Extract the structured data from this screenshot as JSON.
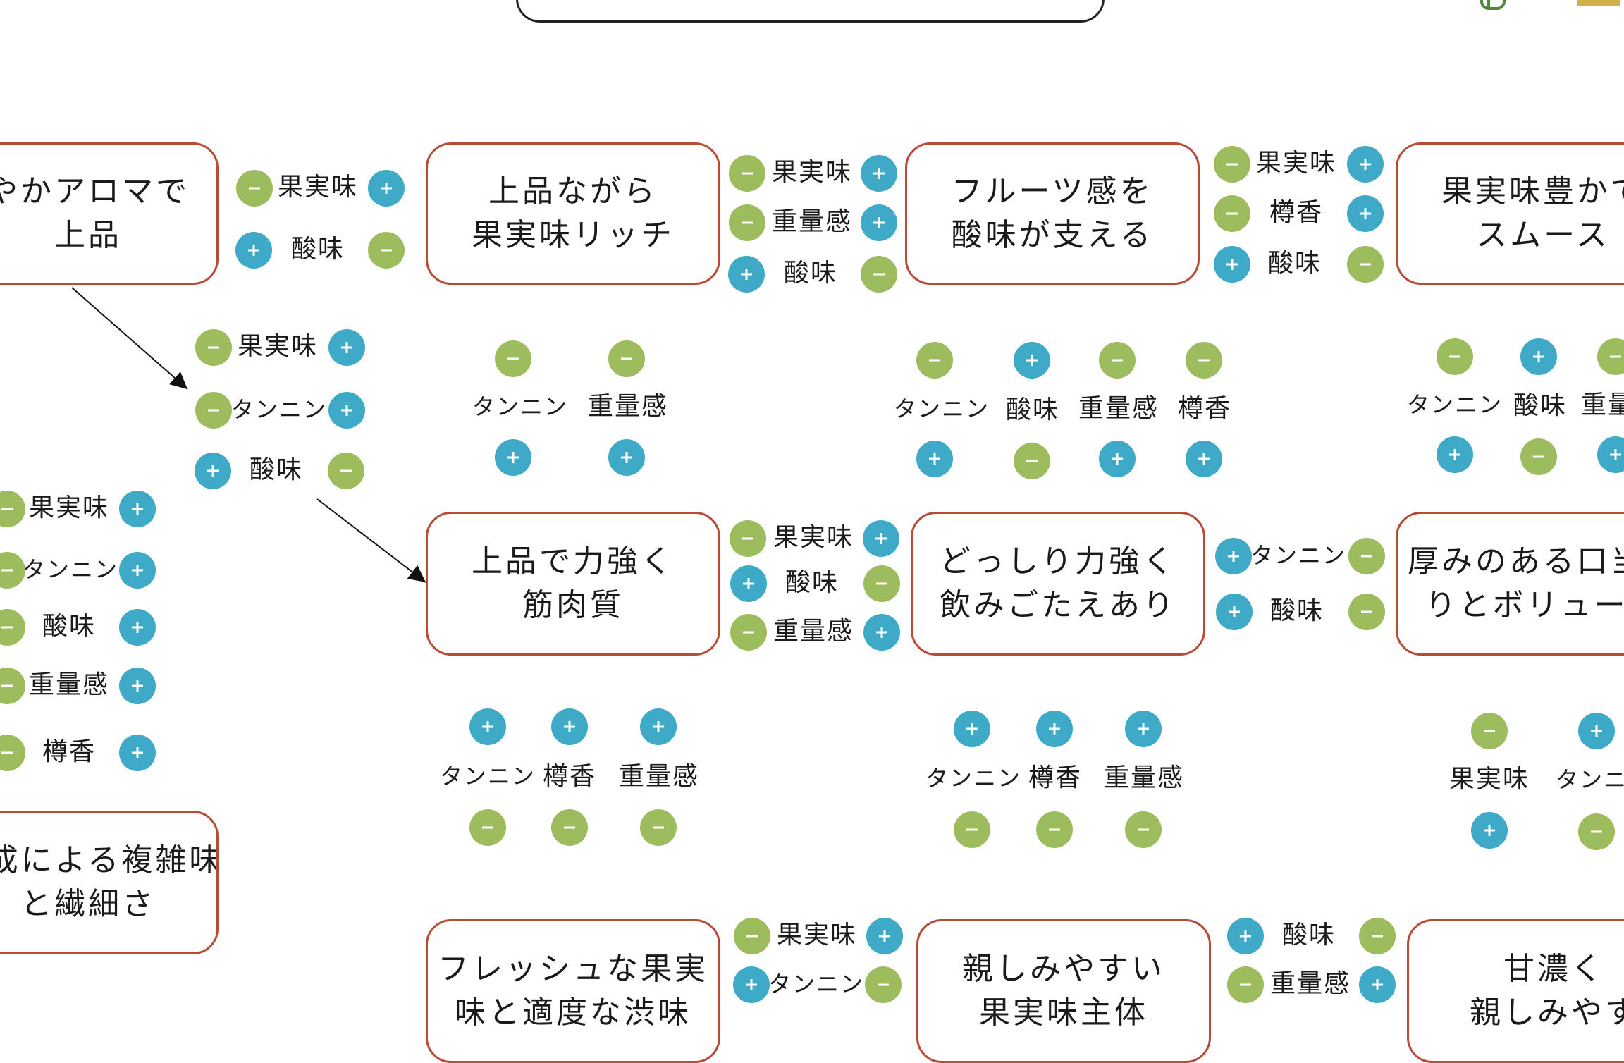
{
  "colors": {
    "plus": "#3fa9c8",
    "minus": "#9cbc5e",
    "node_border": "#b84a38"
  },
  "icons": {
    "plus": "plus-circle-icon",
    "minus": "minus-circle-icon"
  },
  "nodes": [
    {
      "id": "n-aroma",
      "line1": "やかアロマで",
      "line2": "上品"
    },
    {
      "id": "n-elegant-rich",
      "line1": "上品ながら",
      "line2": "果実味リッチ"
    },
    {
      "id": "n-fruit-acid",
      "line1": "フルーツ感を",
      "line2": "酸味が支える"
    },
    {
      "id": "n-smooth",
      "line1": "果実味豊かで",
      "line2": "スムース"
    },
    {
      "id": "n-strong-muscular",
      "line1": "上品で力強く",
      "line2": "筋肉質"
    },
    {
      "id": "n-full-bodied",
      "line1": "どっしり力強く",
      "line2": "飲みごたえあり"
    },
    {
      "id": "n-thick",
      "line1": "厚みのある口当た",
      "line2": "りとボリューム"
    },
    {
      "id": "n-complex",
      "line1": "熟成による複雑味",
      "line2": "と繊細さ"
    },
    {
      "id": "n-fresh",
      "line1": "フレッシュな果実",
      "line2": "味と適度な渋味"
    },
    {
      "id": "n-friendly",
      "line1": "親しみやすい",
      "line2": "果実味主体"
    },
    {
      "id": "n-sweet",
      "line1": "甘濃く",
      "line2": "親しみやす"
    }
  ],
  "labels": {
    "kajitsumi": "果実味",
    "sanmi": "酸味",
    "tannin": "タンニン",
    "juryokan": "重量感",
    "taruka": "樽香"
  }
}
